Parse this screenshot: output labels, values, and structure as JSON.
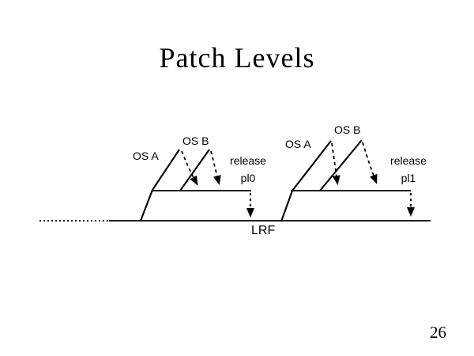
{
  "slide": {
    "title": "Patch Levels",
    "page_number": "26"
  },
  "colors": {
    "ink": "#000000",
    "background": "#ffffff"
  },
  "diagram": {
    "lrf_label": "LRF",
    "groups": [
      {
        "os_a_label": "OS A",
        "os_b_label": "OS B",
        "release_label": "release",
        "patch_level_label": "pl0"
      },
      {
        "os_a_label": "OS A",
        "os_b_label": "OS B",
        "release_label": "release",
        "patch_level_label": "pl1"
      }
    ]
  }
}
